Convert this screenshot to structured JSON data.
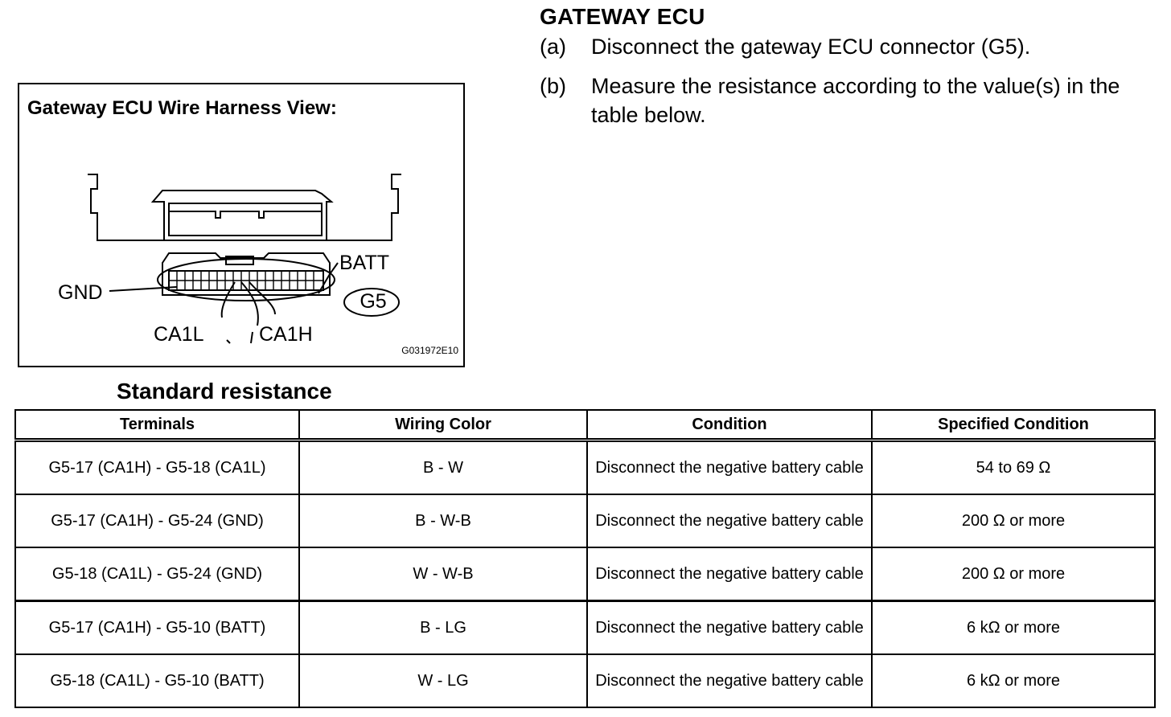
{
  "section": {
    "title": "GATEWAY ECU"
  },
  "steps": [
    {
      "label": "(a)",
      "text": "Disconnect the gateway ECU connector (G5)."
    },
    {
      "label": "(b)",
      "text": "Measure the resistance according to the value(s) in the table below."
    }
  ],
  "figure": {
    "title": "Gateway ECU Wire Harness View:",
    "labels": {
      "batt": "BATT",
      "gnd": "GND",
      "ca1l": "CA1L",
      "ca1h": "CA1H",
      "connector": "G5"
    },
    "code": "G031972E10"
  },
  "table": {
    "title": "Standard resistance",
    "headers": [
      "Terminals",
      "Wiring Color",
      "Condition",
      "Specified Condition"
    ],
    "rows": [
      [
        "G5-17 (CA1H) - G5-18 (CA1L)",
        "B - W",
        "Disconnect the negative battery cable",
        "54 to 69 Ω"
      ],
      [
        "G5-17 (CA1H) - G5-24 (GND)",
        "B - W-B",
        "Disconnect the negative battery cable",
        "200 Ω or more"
      ],
      [
        "G5-18 (CA1L) - G5-24 (GND)",
        "W - W-B",
        "Disconnect the negative battery cable",
        "200 Ω or more"
      ],
      [
        "G5-17 (CA1H) - G5-10 (BATT)",
        "B - LG",
        "Disconnect the negative battery cable",
        "6 kΩ or more"
      ],
      [
        "G5-18 (CA1L) - G5-10 (BATT)",
        "W - LG",
        "Disconnect the negative battery cable",
        "6 kΩ or more"
      ]
    ]
  }
}
